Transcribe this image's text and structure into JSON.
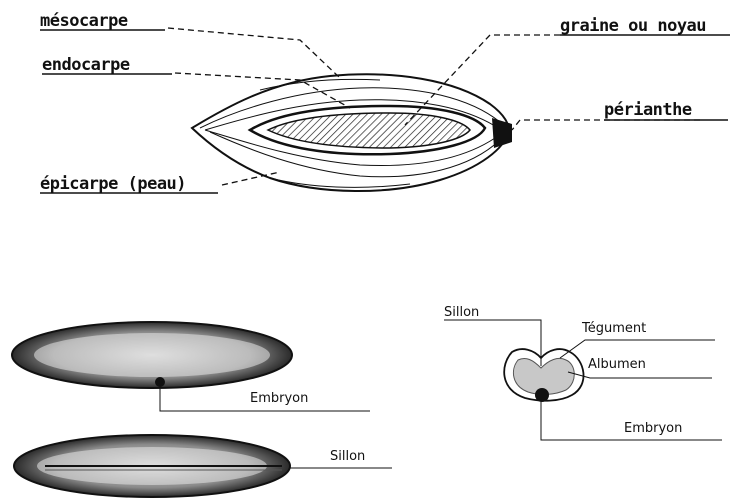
{
  "fruit_labels": {
    "mesocarpe": "mésocarpe",
    "endocarpe": "endocarpe",
    "epicarpe": "épicarpe (peau)",
    "graine": "graine ou noyau",
    "perianthe": "périanthe"
  },
  "grain_side_labels": {
    "embryon": "Embryon",
    "sillon": "Sillon"
  },
  "grain_section_labels": {
    "sillon": "Sillon",
    "tegument": "Tégument",
    "albumen": "Albumen",
    "embryon": "Embryon"
  }
}
